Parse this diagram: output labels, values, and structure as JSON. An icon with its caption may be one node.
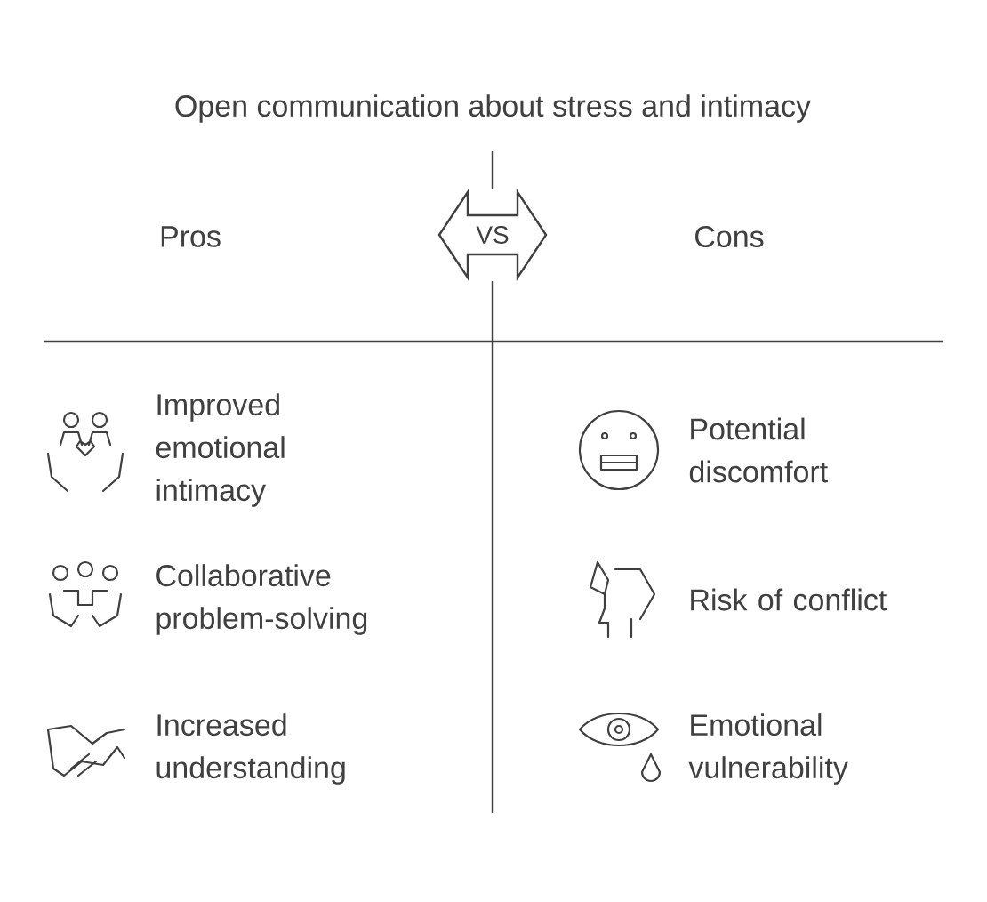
{
  "diagram": {
    "title": "Open communication about stress and intimacy",
    "nodes": [
      {
        "text": [
          "VS"
        ]
      }
    ],
    "edges": [],
    "labels": [
      "Pros",
      "Cons",
      "Improved emotional intimacy",
      "Potential discomfort",
      "Collaborative problem-solving",
      "Risk of conflict",
      "Increased understanding",
      "Emotional vulnerability"
    ]
  }
}
